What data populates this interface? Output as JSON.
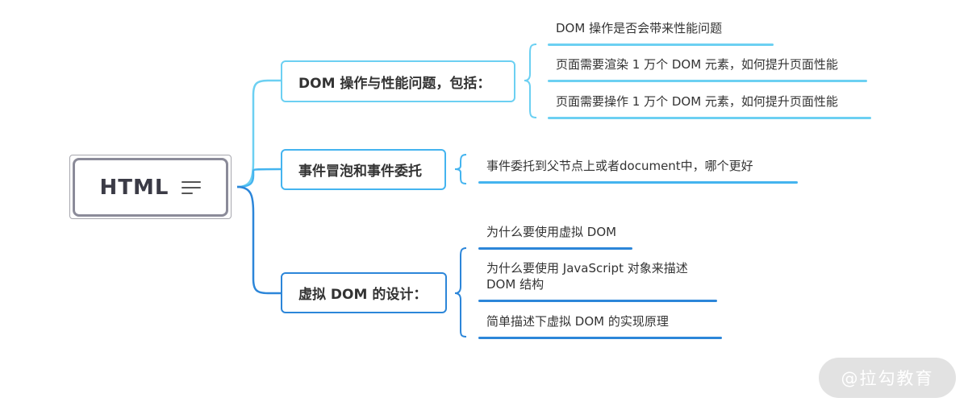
{
  "root": {
    "label": "HTML",
    "notes_icon": "notes-lines-icon"
  },
  "branches": [
    {
      "label": "DOM 操作与性能问题，包括：",
      "color": "#6cd0f2",
      "children": [
        "DOM 操作是否会带来性能问题",
        "页面需要渲染 1 万个 DOM 元素，如何提升页面性能",
        "页面需要操作 1 万个 DOM 元素，如何提升页面性能"
      ]
    },
    {
      "label": "事件冒泡和事件委托",
      "color": "#44b4ef",
      "children": [
        "事件委托到父节点上或者document中，哪个更好"
      ]
    },
    {
      "label": "虚拟 DOM 的设计：",
      "color": "#2c86d9",
      "children": [
        "为什么要使用虚拟 DOM",
        "为什么要使用 JavaScript 对象来描述 DOM 结构",
        "简单描述下虚拟 DOM 的实现原理"
      ]
    }
  ],
  "watermark": "@拉勾教育",
  "colors": {
    "root_border": "#8b8b99",
    "connector_upper": "#6cd0f2",
    "connector_lower": "#2c86d9"
  }
}
